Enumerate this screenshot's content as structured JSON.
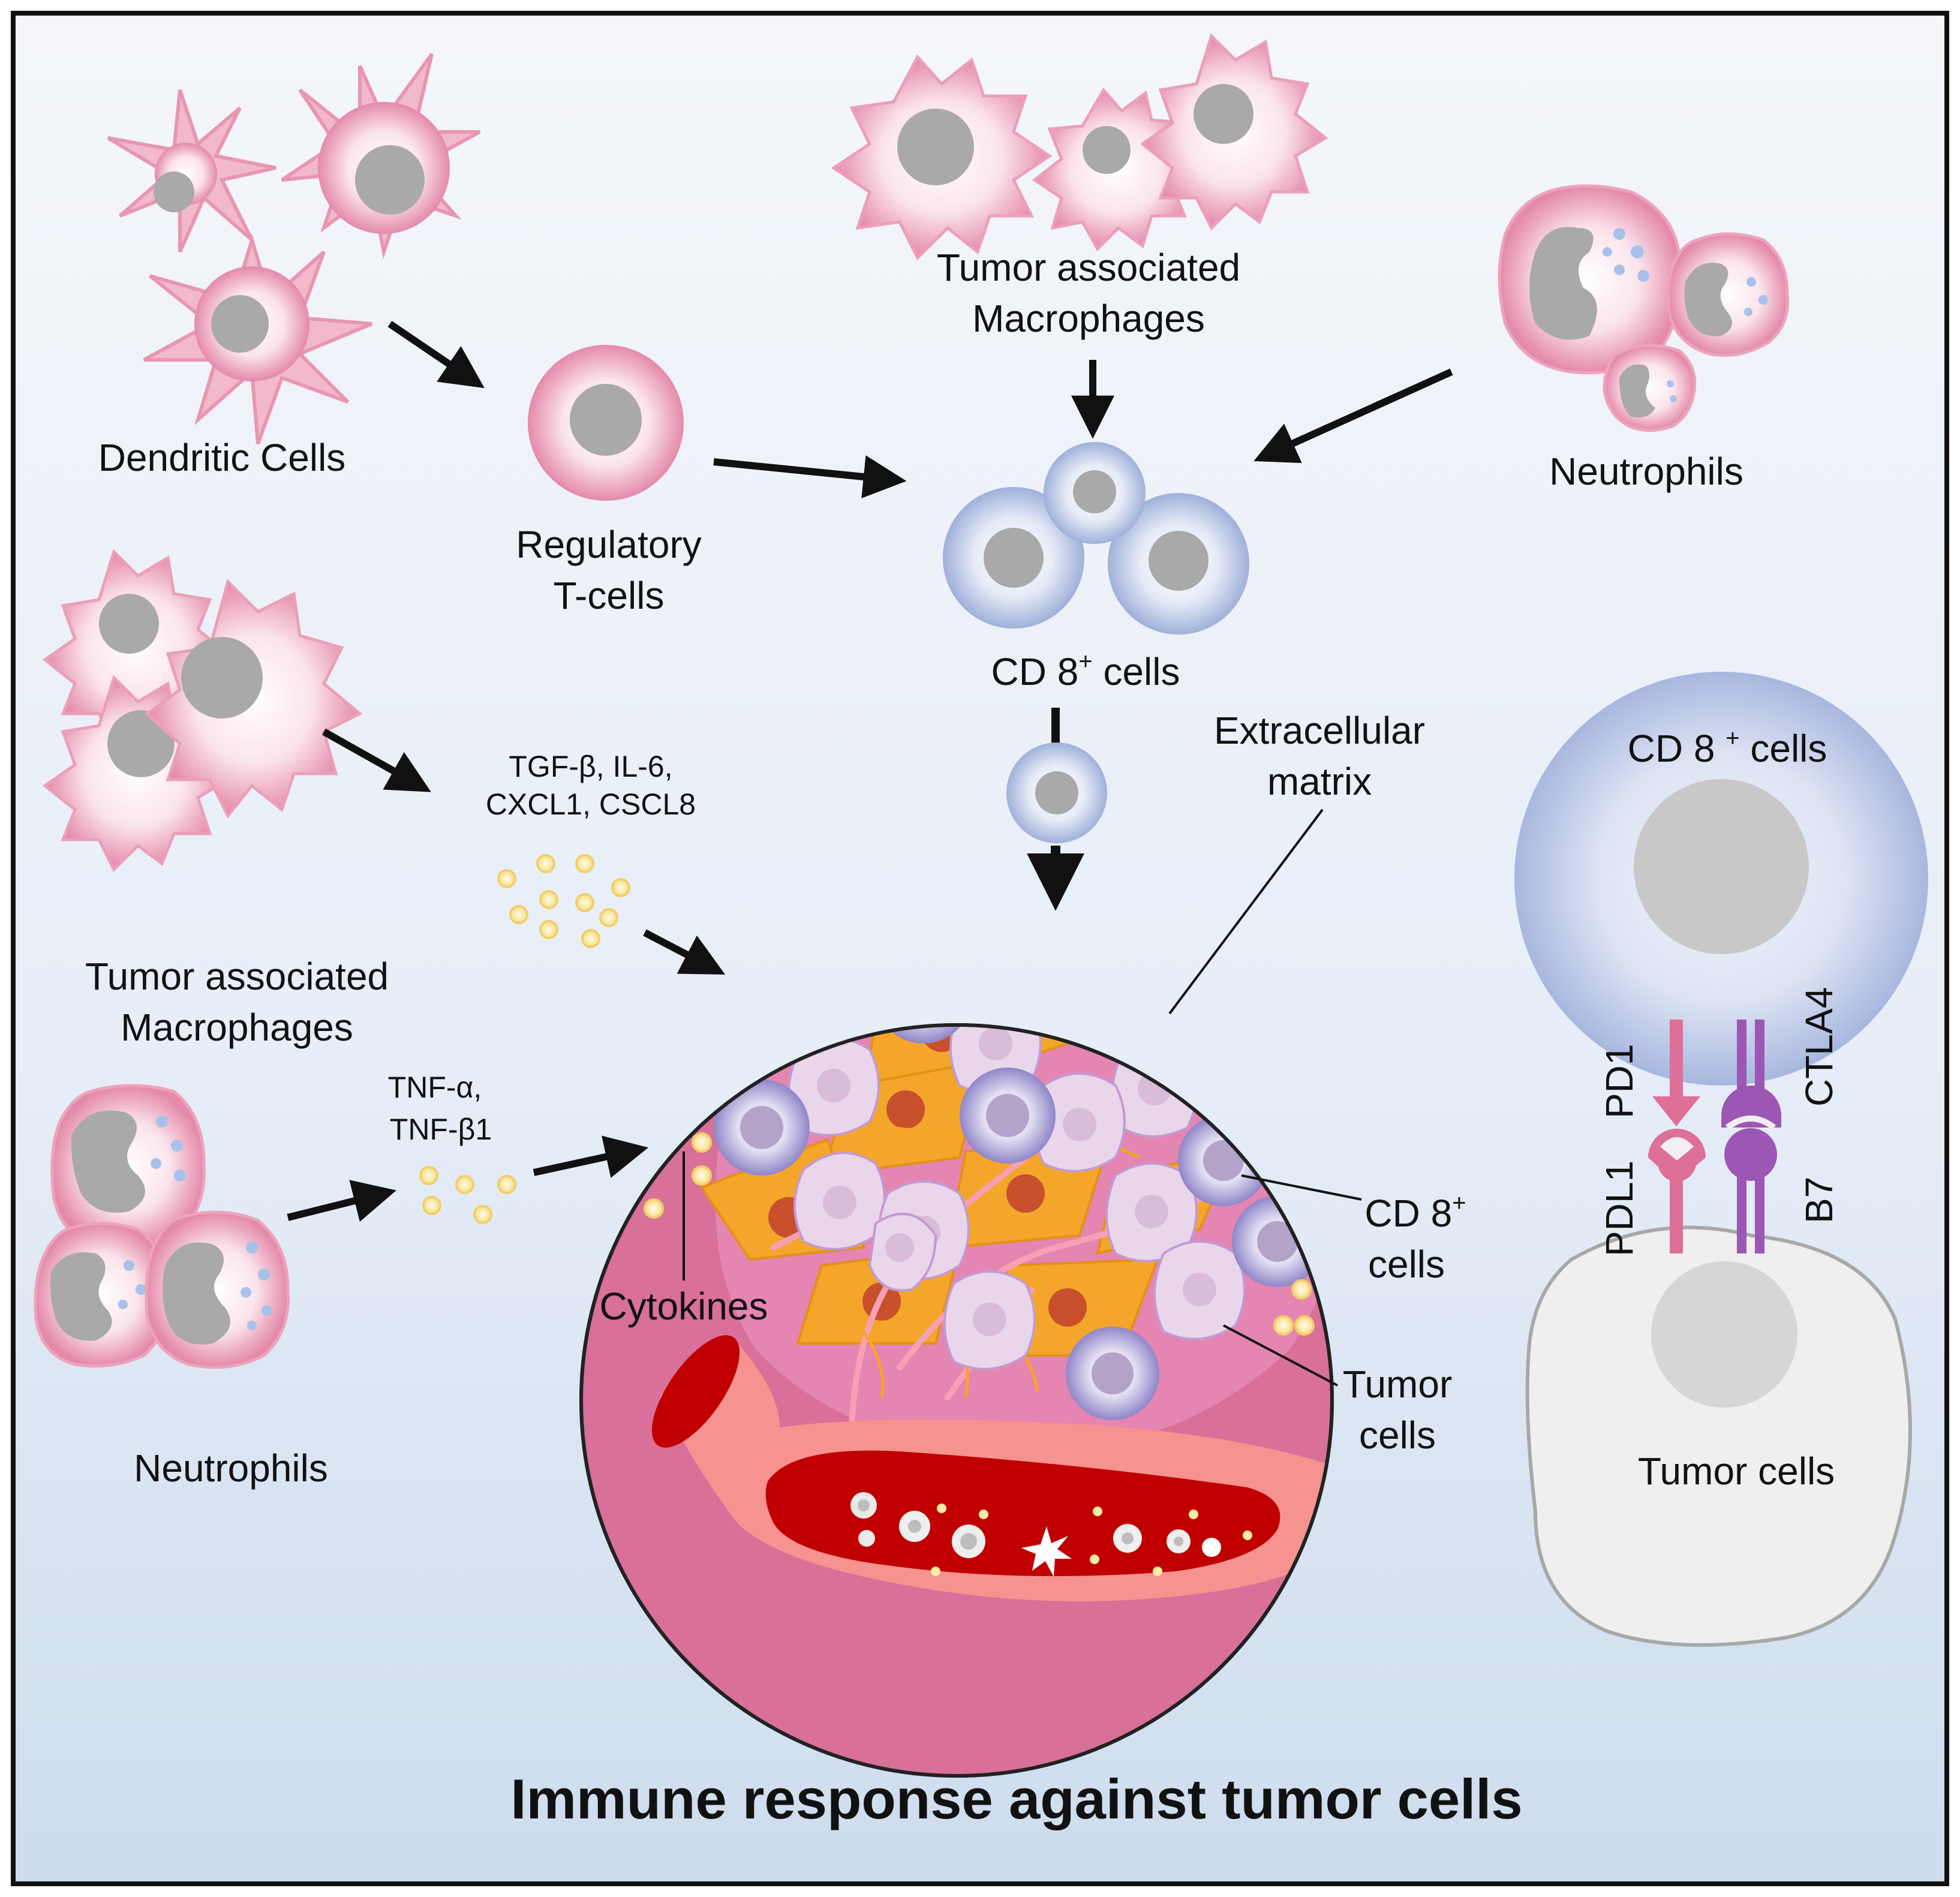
{
  "title": "Immune response against tumor cells",
  "labels": {
    "dendritic": "Dendritic Cells",
    "regulatory_1": "Regulatory",
    "regulatory_2": "T-cells",
    "tam_top_1": "Tumor associated",
    "tam_top_2": "Macrophages",
    "neutrophils_top": "Neutrophils",
    "cd8_top_main": "CD 8",
    "cd8_top_sup": "+",
    "cd8_top_rest": " cells",
    "cytokine_list_1": "TGF-β, IL-6,",
    "cytokine_list_2": "CXCL1, CSCL8",
    "tam_left_1": "Tumor associated",
    "tam_left_2": "Macrophages",
    "tnf_1": "TNF-α,",
    "tnf_2": "TNF-β1",
    "neutrophils_left": "Neutrophils",
    "ecm_1": "Extracellular",
    "ecm_2": "matrix",
    "cytokines": "Cytokines",
    "cd8_tme_main": "CD 8",
    "cd8_tme_sup": "+",
    "cd8_tme_2": "cells",
    "tumor_tme_1": "Tumor",
    "tumor_tme_2": "cells",
    "cd8_right_main": "CD 8 ",
    "cd8_right_sup": "+",
    "cd8_right_rest": " cells",
    "pd1": "PD1",
    "pdl1": "PDL1",
    "ctla4": "CTLA4",
    "b7": "B7",
    "tumor_right": "Tumor cells"
  },
  "colors": {
    "background_top": "#f1f4f9",
    "background_bottom": "#cfdff0",
    "tme_circle": "#d87099",
    "cd8_cell": "#aebcde",
    "tumor_cell": "#ead6ea",
    "fibroblast": "#f3a52a",
    "vessel_wall": "#f6928f",
    "blood": "#c00000",
    "cytokine": "#fdeba2",
    "pd1_receptor": "#de6f98",
    "ctla4_receptor": "#9c57b4",
    "nucleus": "#a9a9a9"
  }
}
